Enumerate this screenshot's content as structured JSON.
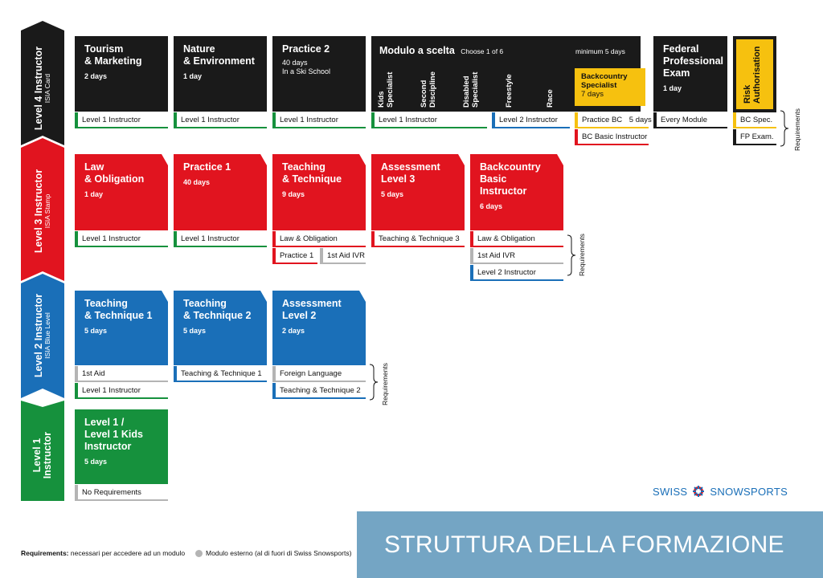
{
  "levels": {
    "l4": {
      "title": "Level 4 Instructor",
      "sub": "ISIA Card"
    },
    "l3": {
      "title": "Level 3 Instructor",
      "sub": "ISIA Stamp"
    },
    "l2": {
      "title": "Level 2 Instructor",
      "sub": "ISIA Blue Level"
    },
    "l1": {
      "title": "Level 1",
      "sub": "Instructor"
    }
  },
  "level4": {
    "tourism": {
      "title": "Tourism\n& Marketing",
      "days": "2 days",
      "req": "Level 1 Instructor"
    },
    "nature": {
      "title": "Nature\n& Environment",
      "days": "1 day",
      "req": "Level 1 Instructor"
    },
    "practice2": {
      "title": "Practice 2",
      "days": "40 days\nIn a Ski School",
      "req": "Level 1 Instructor"
    },
    "modulo": {
      "title": "Modulo a scelta",
      "choose": "Choose 1 of 6",
      "minimum": "minimum 5 days",
      "options": [
        "Kids\nSpecialist",
        "Second\nDiscipline",
        "Disabled\nSpecialist",
        "Freestyle",
        "Race"
      ],
      "req_a": "Level 1 Instructor",
      "req_b": "Level 2 Instructor"
    },
    "backcountry": {
      "title": "Backcountry\nSpecialist",
      "days": "7 days",
      "req_a": "Practice BC",
      "req_a_days": "5 days",
      "req_b": "BC Basic Instructor"
    },
    "federal": {
      "title": "Federal\nProfessional\nExam",
      "days": "1 day",
      "req": "Every Module"
    },
    "risk": {
      "title": "Risk\nAuthorisation",
      "req_a": "BC Spec.",
      "req_b": "FP Exam.",
      "brace": "Requirements"
    }
  },
  "level3": {
    "law": {
      "title": "Law\n& Obligation",
      "days": "1 day",
      "req": "Level 1 Instructor"
    },
    "practice1": {
      "title": "Practice 1",
      "days": "40 days",
      "req": "Level 1 Instructor"
    },
    "teaching": {
      "title": "Teaching\n& Technique",
      "days": "9 days",
      "req_a": "Law & Obligation",
      "req_b1": "Practice 1",
      "req_b2": "1st Aid IVR"
    },
    "assessment": {
      "title": "Assessment\nLevel 3",
      "days": "5 days",
      "req": "Teaching & Technique 3"
    },
    "bcbasic": {
      "title": "Backcountry\nBasic Instructor",
      "days": "6 days",
      "req_a": "Law & Obligation",
      "req_b": "1st Aid IVR",
      "req_c": "Level 2 Instructor",
      "brace": "Requirements"
    }
  },
  "level2": {
    "tt1": {
      "title": "Teaching\n& Technique 1",
      "days": "5 days",
      "req_a": "1st Aid",
      "req_b": "Level 1 Instructor"
    },
    "tt2": {
      "title": "Teaching\n& Technique 2",
      "days": "5 days",
      "req": "Teaching & Technique 1"
    },
    "assessment": {
      "title": "Assessment\nLevel 2",
      "days": "2 days",
      "req_a": "Foreign Language",
      "req_b": "Teaching & Technique 2",
      "brace": "Requirements"
    }
  },
  "level1": {
    "kids": {
      "title": "Level 1 /\nLevel 1 Kids\nInstructor",
      "days": "5 days",
      "req": "No Requirements"
    }
  },
  "footer": {
    "req_label": "Requirements:",
    "req_text": " necessari per accedere ad un modulo",
    "ext_text": "Modulo esterno (al di fuori di Swiss Snowsports)",
    "logo_a": "SWISS",
    "logo_b": "SNOWSPORTS",
    "title": "STRUTTURA DELLA FORMAZIONE"
  },
  "colors": {
    "black": "#1a1a1a",
    "red": "#e1141f",
    "blue": "#1a6fb8",
    "green": "#16913d",
    "yellow": "#f6c10f",
    "grey": "#b4b4b4",
    "banner": "#74a5c4"
  }
}
